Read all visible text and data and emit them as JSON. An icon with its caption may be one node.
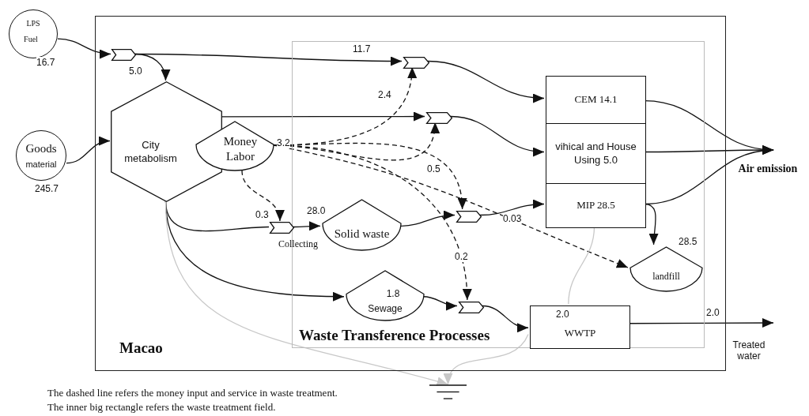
{
  "diagram": {
    "nodes": [
      {
        "text": [
          "Macao"
        ]
      },
      {
        "text": [
          "Waste Transference Processes"
        ],
        "in": 0
      },
      {
        "text": [
          "LPS",
          "Fuel"
        ],
        "beside": [
          "16.7"
        ]
      },
      {
        "text": [
          "Goods",
          "material"
        ],
        "beside": [
          "245.7"
        ]
      },
      {
        "text": [
          "City metabolism"
        ],
        "in": 0
      },
      {
        "text": [
          "Money Labor"
        ],
        "in": 0,
        "beside": [
          "3.2"
        ]
      },
      {
        "text": [],
        "shape": "pentagon",
        "in": 0
      },
      {
        "text": [],
        "shape": "pentagon",
        "in": 1
      },
      {
        "text": [],
        "shape": "pentagon",
        "in": 1
      },
      {
        "text": [
          "CEM 14.1"
        ],
        "in": 1
      },
      {
        "text": [
          "vihical and House Using 5.0"
        ],
        "in": 1
      },
      {
        "text": [
          "MIP 28.5"
        ],
        "in": 1
      },
      {
        "text": [],
        "shape": "pentagon",
        "in": 0
      },
      {
        "text": [
          "Solid waste"
        ],
        "in": 1,
        "beside": [
          "28.0"
        ]
      },
      {
        "text": [],
        "shape": "pentagon",
        "in": 1
      },
      {
        "text": [
          "landfill"
        ],
        "in": 1,
        "beside": [
          "28.5"
        ]
      },
      {
        "text": [
          "1.8",
          "Sewage"
        ],
        "in": 1
      },
      {
        "text": [],
        "shape": "pentagon",
        "in": 1
      },
      {
        "text": [
          "2.0",
          "WWTP"
        ],
        "in": 1
      },
      {
        "text": [
          "Air emission"
        ]
      },
      {
        "text": [],
        "shape": "ground"
      }
    ],
    "edges": [
      {
        "from": 2,
        "to": 6,
        "arrow": "to"
      },
      {
        "from": 6,
        "to": 4,
        "arrow": "to",
        "label": "5.0"
      },
      {
        "from": 6,
        "to": 7,
        "arrow": "to",
        "label": "11.7"
      },
      {
        "from": 3,
        "to": 4,
        "arrow": "to"
      },
      {
        "from": 5,
        "to": 7,
        "arrow": "to",
        "style": "dashed",
        "label": "2.4"
      },
      {
        "from": 5,
        "to": 8,
        "arrow": "to",
        "style": "dashed"
      },
      {
        "from": 4,
        "to": 8,
        "arrow": "to"
      },
      {
        "from": 7,
        "to": 9,
        "arrow": "to"
      },
      {
        "from": 8,
        "to": 10,
        "arrow": "to"
      },
      {
        "from": 5,
        "to": 14,
        "arrow": "to",
        "style": "dashed",
        "label": "0.5"
      },
      {
        "from": 5,
        "to": 12,
        "arrow": "to",
        "style": "dashed",
        "label": "0.3"
      },
      {
        "from": 4,
        "to": 12,
        "arrow": "none"
      },
      {
        "from": 12,
        "to": 13,
        "arrow": "to"
      },
      {
        "from": 13,
        "to": 14,
        "arrow": "to"
      },
      {
        "from": 14,
        "to": 11,
        "arrow": "to"
      },
      {
        "from": 5,
        "to": 17,
        "arrow": "to",
        "style": "dashed",
        "label": "0.2"
      },
      {
        "from": 5,
        "to": 15,
        "arrow": "to",
        "style": "dashed",
        "label": "0.03"
      },
      {
        "from": 4,
        "to": 16,
        "arrow": "to"
      },
      {
        "from": 16,
        "to": 17,
        "arrow": "to"
      },
      {
        "from": 17,
        "to": 18,
        "arrow": "to"
      },
      {
        "from": 9,
        "to": 19,
        "arrow": "to"
      },
      {
        "from": 10,
        "to": 19,
        "arrow": "to"
      },
      {
        "from": 11,
        "to": 19,
        "arrow": "to"
      },
      {
        "from": 11,
        "to": 15,
        "arrow": "to"
      },
      {
        "from": 18,
        "to": null,
        "arrow": "to",
        "label": "2.0"
      },
      {
        "from": 4,
        "to": 20,
        "arrow": "to",
        "color": "#c8c8c8"
      },
      {
        "from": 11,
        "to": 18,
        "arrow": "none",
        "color": "#c8c8c8"
      },
      {
        "from": 18,
        "to": 20,
        "arrow": "to",
        "color": "#c8c8c8"
      }
    ],
    "labels": [
      "Collecting",
      "Treated water",
      "The dashed line refers the money input and service in waste treatment.",
      "The inner big rectangle refers the waste treatment field."
    ]
  }
}
